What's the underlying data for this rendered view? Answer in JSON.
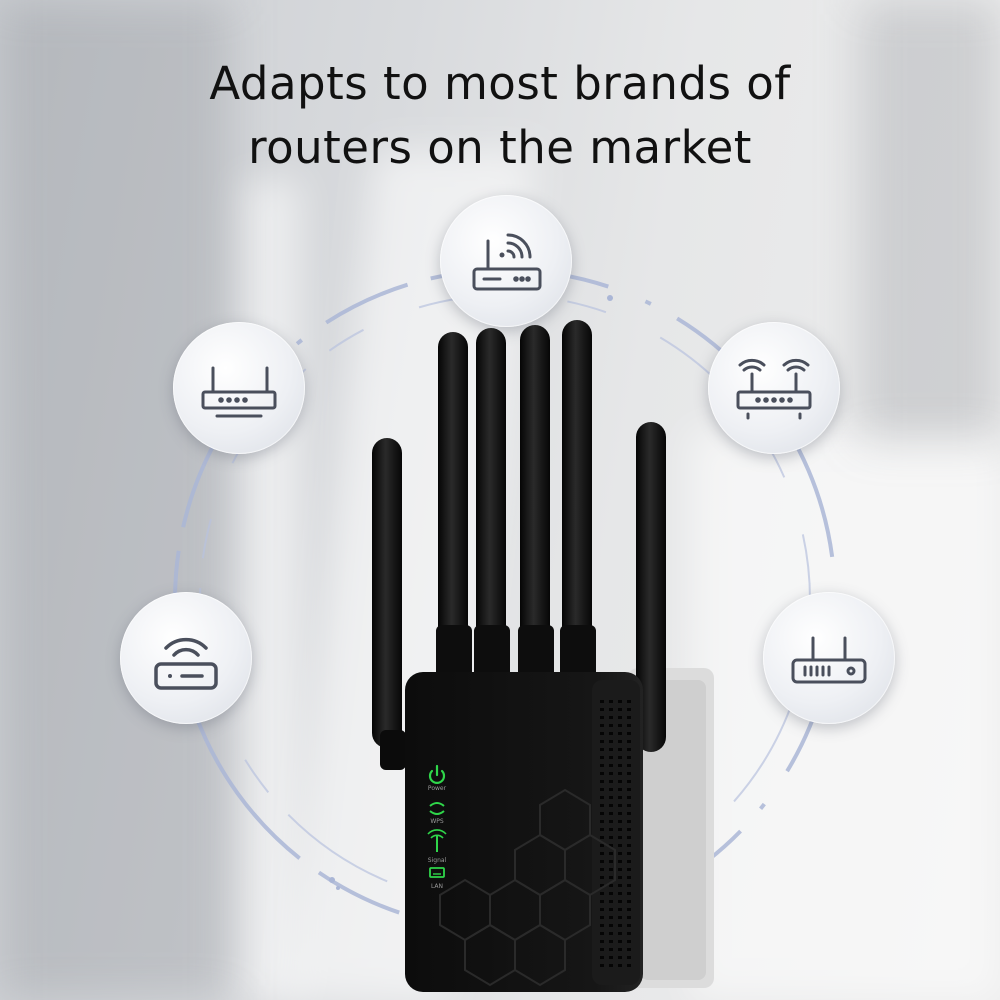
{
  "headline": {
    "line1": "Adapts to most brands of",
    "line2": "routers on the market"
  },
  "router_icons": [
    {
      "name": "router-wifi-signal-icon"
    },
    {
      "name": "router-single-antenna-icon"
    },
    {
      "name": "router-dual-antenna-wifi-icon"
    },
    {
      "name": "modem-wifi-icon"
    },
    {
      "name": "router-dual-antenna-ports-icon"
    }
  ],
  "device": {
    "leds": [
      {
        "label": "Power",
        "icon": "power-icon"
      },
      {
        "label": "WPS",
        "icon": "wps-icon"
      },
      {
        "label": "Signal",
        "icon": "signal-icon"
      },
      {
        "label": "LAN",
        "icon": "lan-icon"
      }
    ],
    "colors": {
      "body": "#111111",
      "led": "#2fd64a",
      "ring": "#a9b7d8"
    }
  }
}
